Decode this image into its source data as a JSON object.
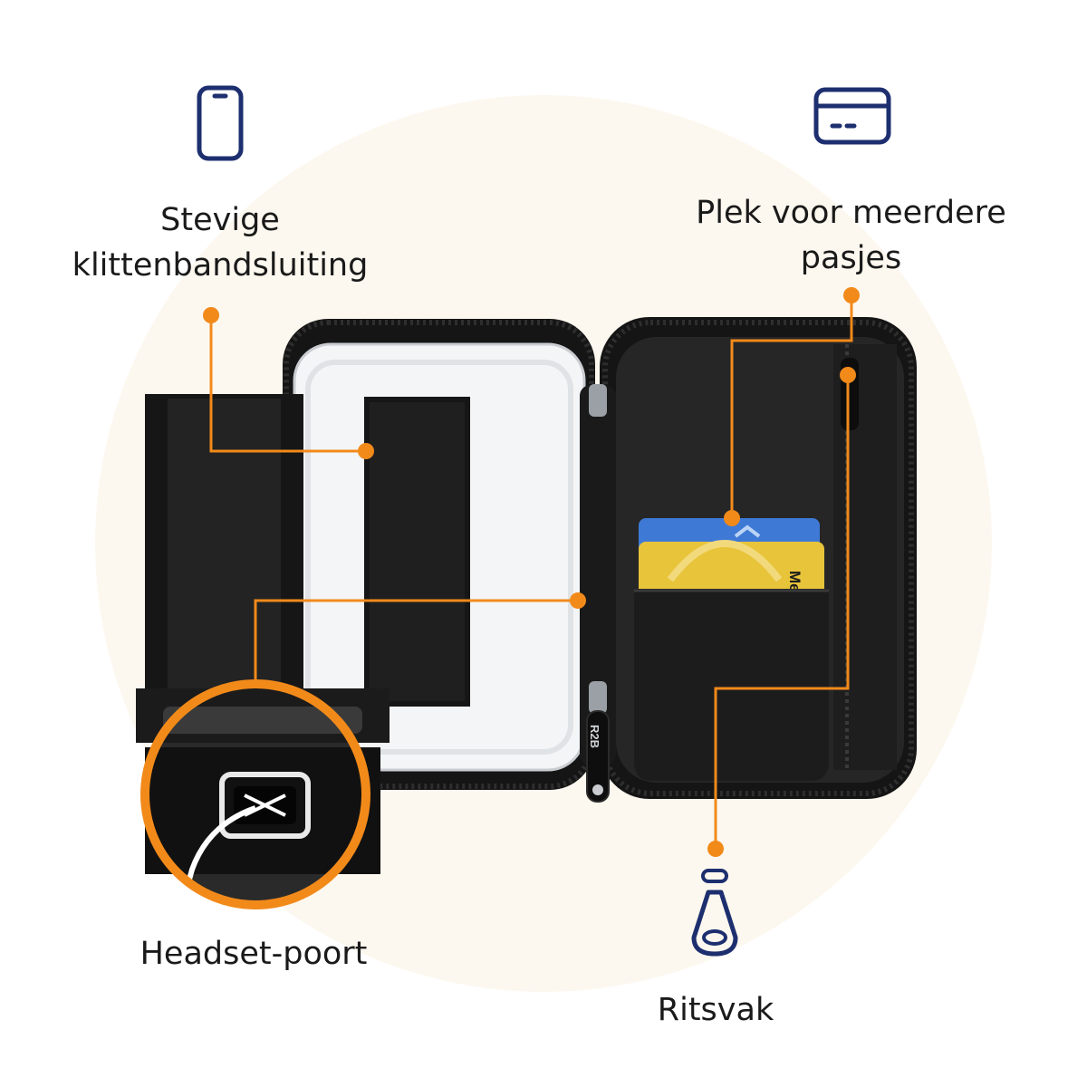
{
  "colors": {
    "background_circle": "#fdf8ef",
    "accent": "#f28a1a",
    "icon_navy": "#1d2f6f",
    "case_black": "#141414",
    "card_blue": "#3f79d6",
    "card_yellow": "#e7c43a"
  },
  "labels": {
    "velcro_line1": "Stevige",
    "velcro_line2": "klittenbandsluiting",
    "cards_line1": "Plek voor meerdere",
    "cards_line2": "pasjes",
    "headset": "Headset-poort",
    "zip": "Ritsvak"
  },
  "product_marks": {
    "zipper_brand": "R2B",
    "card_text": "Mem"
  },
  "icons": {
    "phone": "phone-icon",
    "card": "credit-card-icon",
    "zipper": "zipper-pull-icon"
  }
}
